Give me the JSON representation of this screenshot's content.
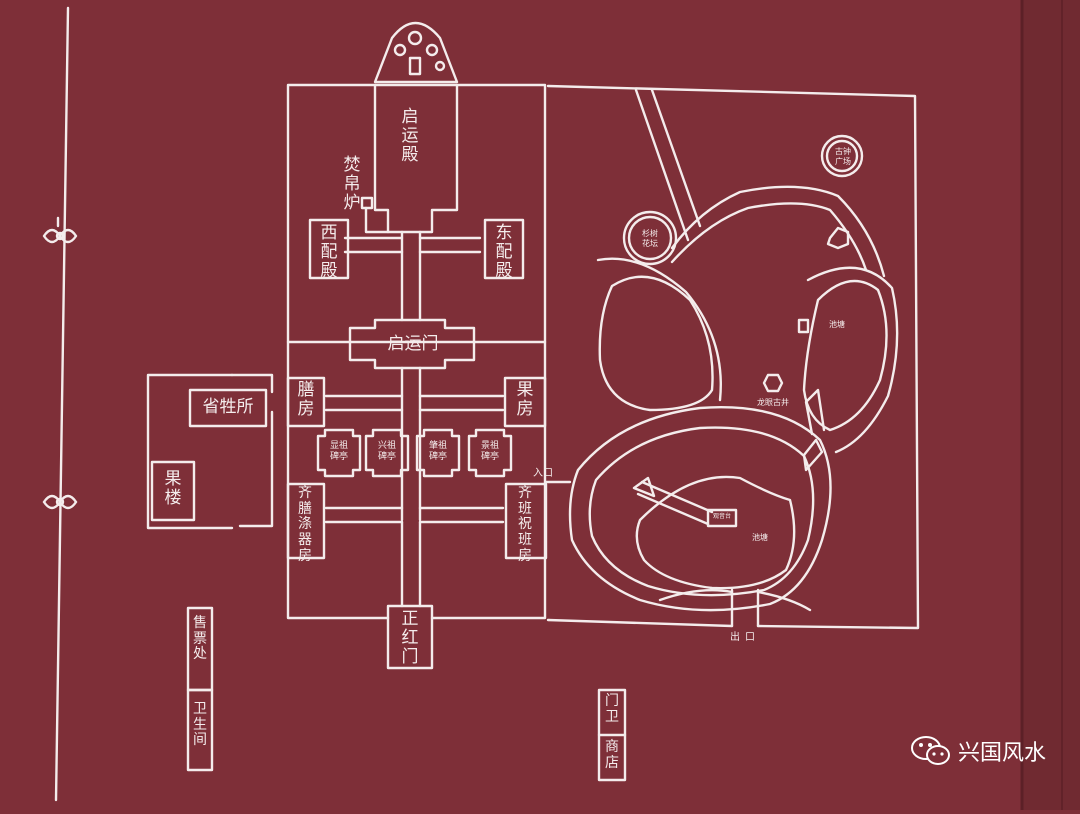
{
  "board": {
    "main_hall": "启运殿",
    "burner": "焚帛炉",
    "west_hall": "西配殿",
    "east_hall": "东配殿",
    "gate": "启运门",
    "kitchen": "膳房",
    "fruit_room": "果房",
    "inspection_office": "省牲所",
    "fruit_tower": "果楼",
    "stele_1": "显祖碑亭",
    "stele_2": "兴祖碑亭",
    "stele_3": "肇祖碑亭",
    "stele_4": "景祖碑亭",
    "west_vessels": "齐膳涤器房",
    "east_guard": "齐班祝班房",
    "main_gate": "正红门",
    "ticket": "售票处",
    "toilet": "卫生间",
    "guard_shop_1": "门卫",
    "guard_shop_2": "商店",
    "entrance": "入口",
    "exit": "出口",
    "pine_terrace": "杉树花坛",
    "bell_square": "古钟广场",
    "pond_north": "池塘",
    "pond_south": "池塘",
    "dragon_well": "龙眼古井",
    "small_pavilion": "观音台"
  },
  "watermark": {
    "text": "兴国风水",
    "icon": "wechat-icon"
  },
  "colors": {
    "background": "#7e2f38",
    "line": "#f4ecec"
  }
}
